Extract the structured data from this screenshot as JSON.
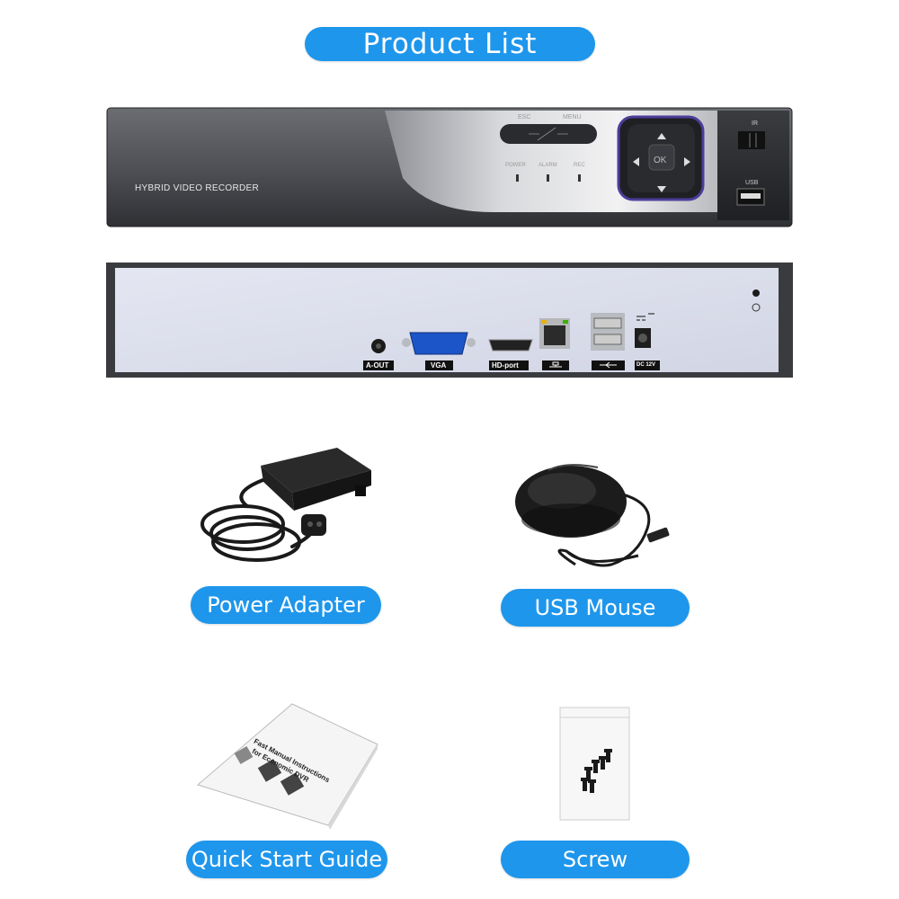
{
  "header": {
    "title": "Product List"
  },
  "front_panel": {
    "model_label": "HYBRID VIDEO RECORDER",
    "esc_label": "ESC",
    "menu_label": "MENU",
    "power_label": "POWER",
    "alarm_label": "ALARM",
    "rec_label": "REC",
    "ok_label": "OK",
    "ir_label": "IR",
    "usb_label": "USB"
  },
  "rear_panel": {
    "aout_label": "A-OUT",
    "vga_label": "VGA",
    "hdport_label": "HD-port",
    "dc_label": "DC 12V"
  },
  "items": {
    "power_adapter": "Power Adapter",
    "usb_mouse": "USB Mouse",
    "quick_start_guide": "Quick Start Guide",
    "screw": "Screw"
  },
  "manual": {
    "line1": "Fast Manual Instructions",
    "line2": "for Economic DVR"
  },
  "colors": {
    "accent": "#1e96ec"
  }
}
